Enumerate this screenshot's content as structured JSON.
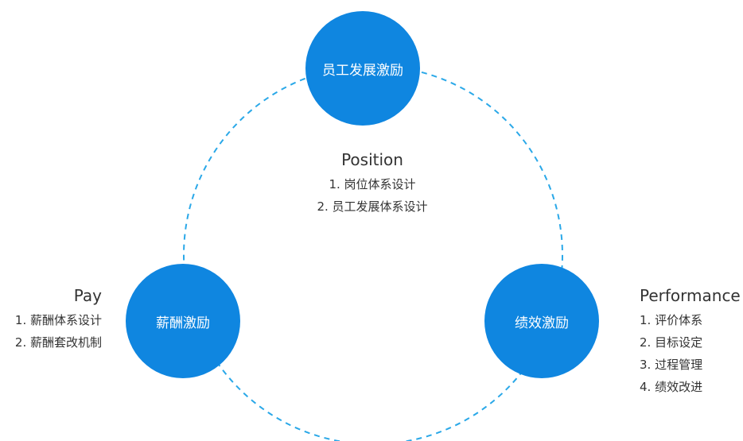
{
  "colors": {
    "node_fill": "#0f86e0",
    "ring_dash": "#2aa8e8",
    "text": "#333333"
  },
  "nodes": {
    "top": {
      "label": "员工发展激励"
    },
    "left": {
      "label": "薪酬激励"
    },
    "right": {
      "label": "绩效激励"
    }
  },
  "info": {
    "position": {
      "title": "Position",
      "items": [
        "1. 岗位体系设计",
        "2. 员工发展体系设计"
      ]
    },
    "pay": {
      "title": "Pay",
      "items": [
        "1. 薪酬体系设计",
        "2. 薪酬套改机制"
      ]
    },
    "performance": {
      "title": "Performance",
      "items": [
        "1. 评价体系",
        "2. 目标设定",
        "3. 过程管理",
        "4. 绩效改进"
      ]
    }
  }
}
